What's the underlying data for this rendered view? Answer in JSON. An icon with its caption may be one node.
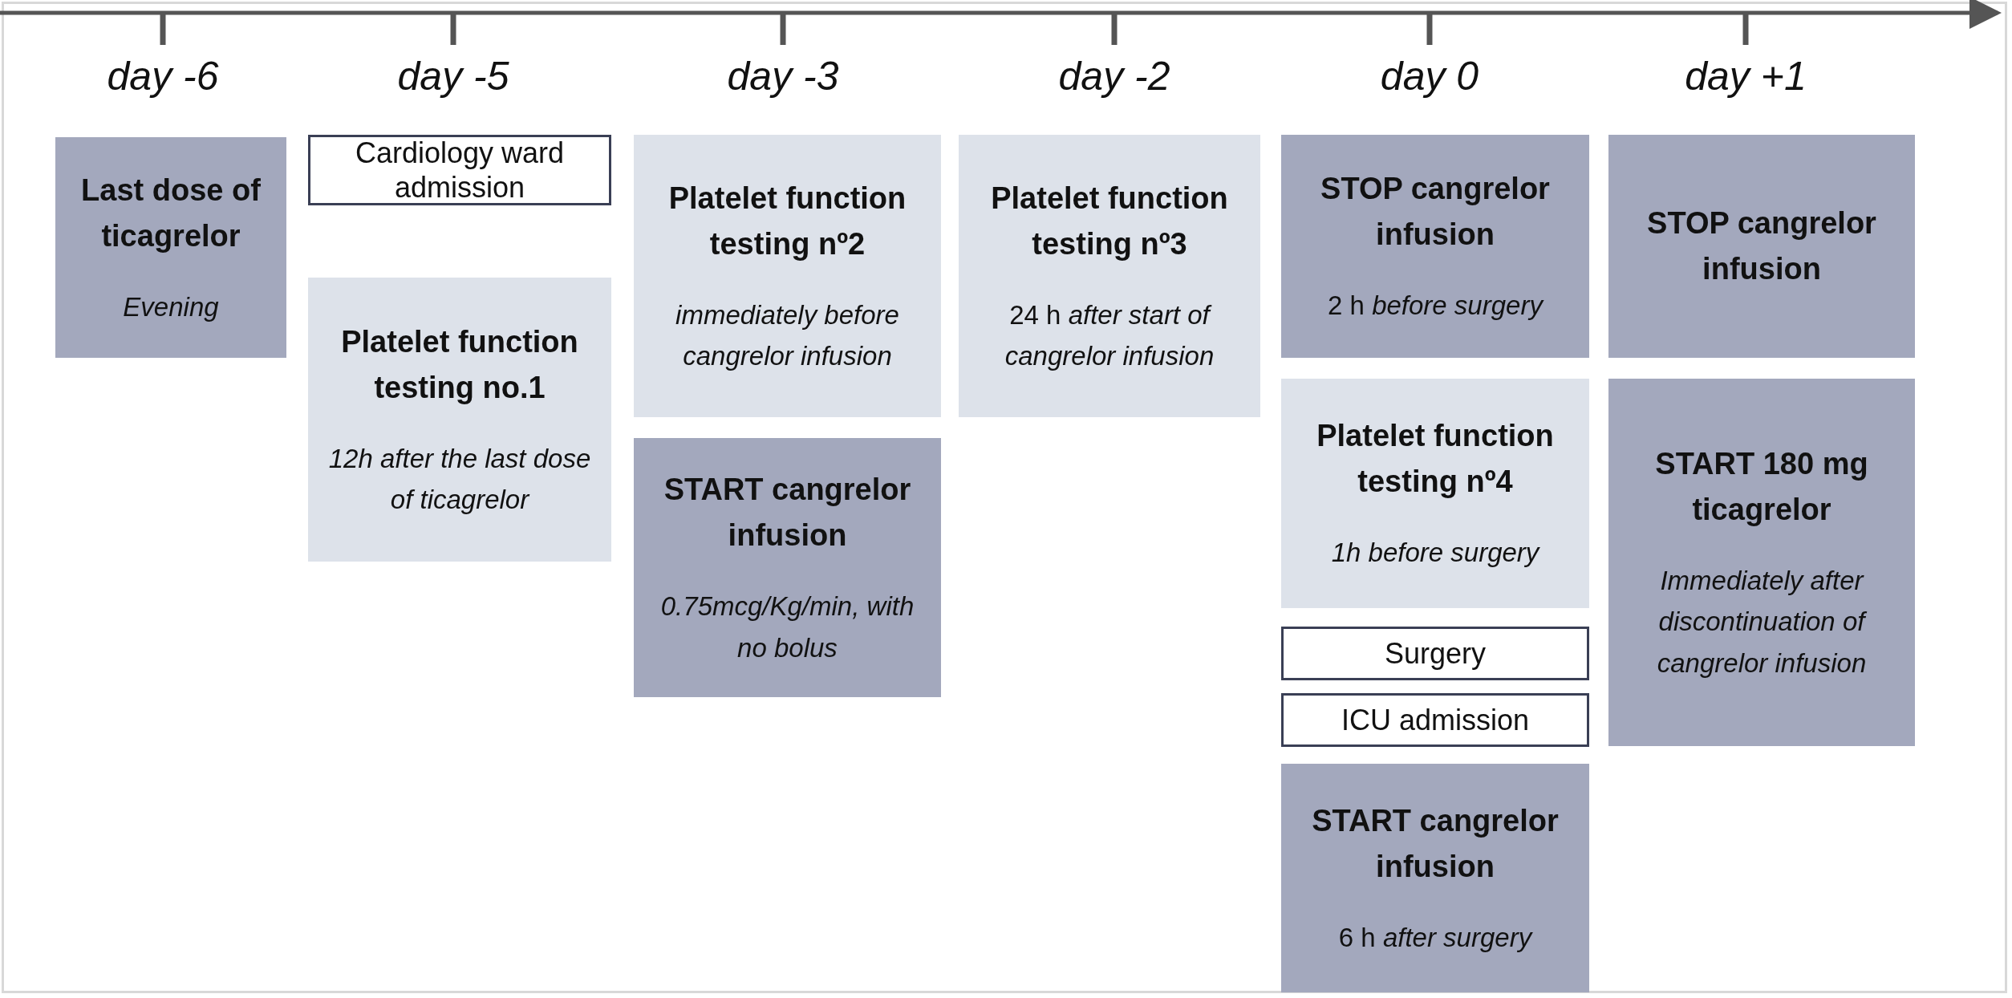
{
  "diagram": {
    "nodes": [
      {
        "text": [
          "Last dose of ticagrelor",
          "Evening"
        ]
      },
      {
        "text": [
          "Cardiology ward admission"
        ]
      },
      {
        "text": [
          "Platelet function testing no.1",
          "12h after the last dose of ticagrelor"
        ]
      },
      {
        "text": [
          "Platelet function testing nº2",
          "immediately before cangrelor infusion"
        ]
      },
      {
        "text": [
          "START cangrelor infusion",
          "0.75mcg/Kg/min, with no bolus"
        ]
      },
      {
        "text": [
          "Platelet function testing nº3",
          "24 h *after start of cangrelor infusion*"
        ]
      },
      {
        "text": [
          "STOP cangrelor infusion",
          "2 h *before surgery*"
        ]
      },
      {
        "text": [
          "Platelet function testing nº4",
          "1h before surgery"
        ]
      },
      {
        "text": [
          "Surgery"
        ]
      },
      {
        "text": [
          "ICU admission"
        ]
      },
      {
        "text": [
          "START cangrelor infusion",
          "6 h *after surgery*"
        ]
      },
      {
        "text": [
          "STOP cangrelor infusion"
        ]
      },
      {
        "text": [
          "START 180 mg ticagrelor",
          "Immediately after discontinuation of cangrelor infusion"
        ]
      }
    ],
    "labels": [
      "day -6",
      "day -5",
      "day -3",
      "day -2",
      "day 0",
      "day +1"
    ]
  }
}
